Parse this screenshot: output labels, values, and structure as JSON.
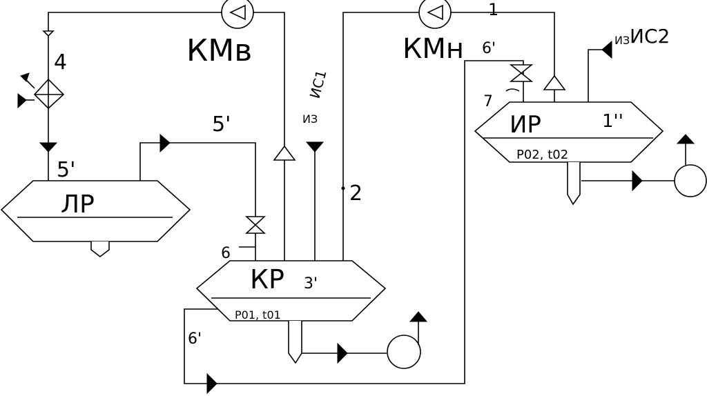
{
  "labels": {
    "km_v": "КМв",
    "km_n": "КМн",
    "lr": "ЛР",
    "kr": "КР",
    "ir": "ИР",
    "p01_t01": "P01, t01",
    "p02_t02": "P02, t02",
    "uc1": "ИС1",
    "uc2": "ИС2",
    "iz_1": "ИЗ",
    "iz_2": "ИЗ",
    "n1": "1",
    "n1pp": "1''",
    "n2": "2",
    "n3p": "3'",
    "n4": "4",
    "n5p_top": "5'",
    "n5p_lr": "5'",
    "n6": "6",
    "n6p_top": "6'",
    "n6p_left": "6'",
    "n7": "7"
  }
}
